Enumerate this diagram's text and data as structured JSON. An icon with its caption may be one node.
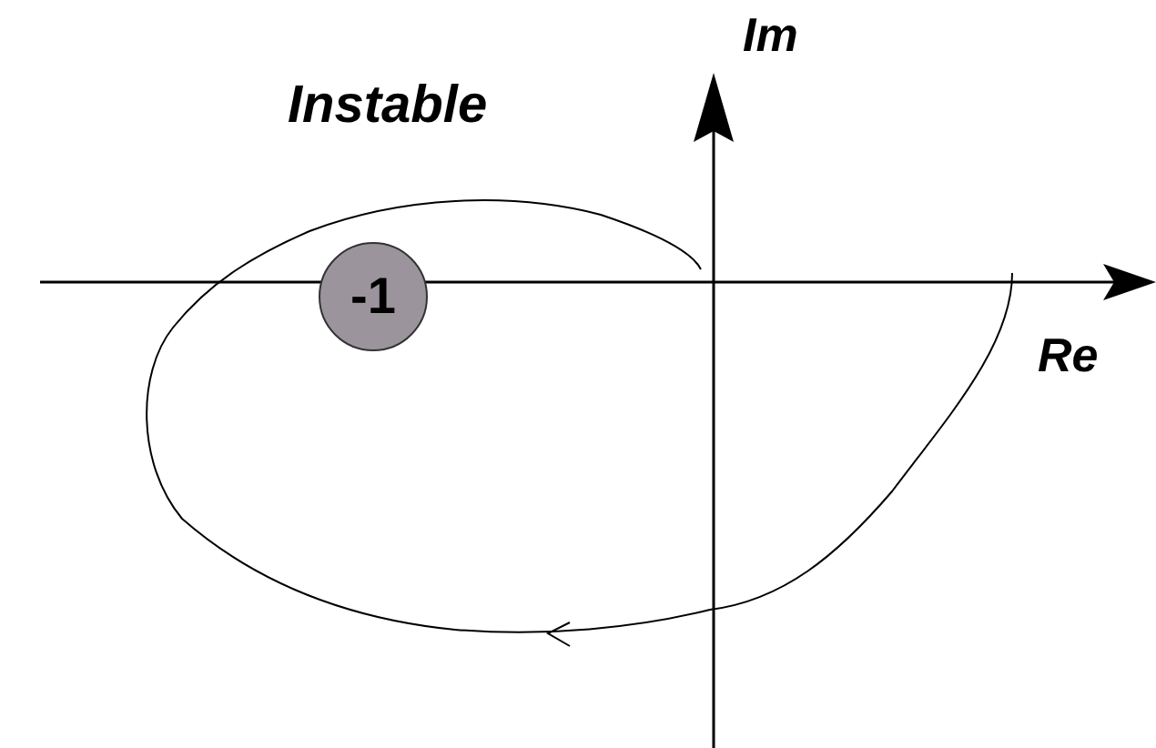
{
  "diagram": {
    "nodes": [
      {
        "text": [
          "-1"
        ]
      }
    ],
    "labels": [
      "Instable",
      "Im",
      "Re"
    ]
  }
}
